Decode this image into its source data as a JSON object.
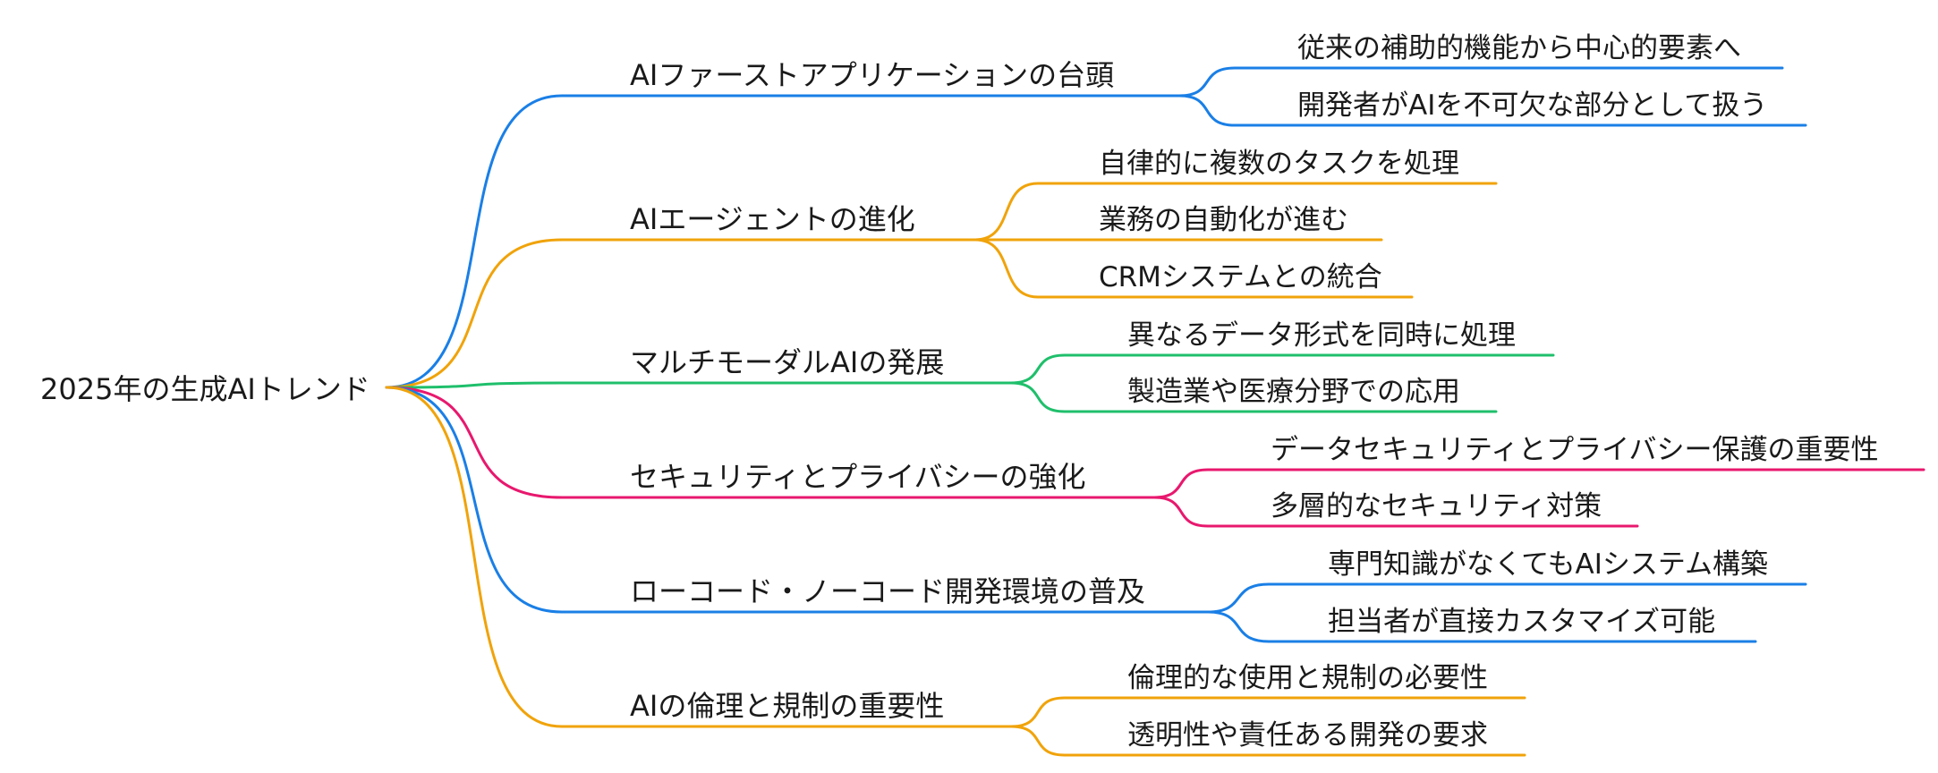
{
  "root": {
    "label": "2025年の生成AIトレンド"
  },
  "branches": [
    {
      "label": "AIファーストアプリケーションの台頭",
      "color": "#1a7fe6",
      "children": [
        {
          "label": "従来の補助的機能から中心的要素へ"
        },
        {
          "label": "開発者がAIを不可欠な部分として扱う"
        }
      ]
    },
    {
      "label": "AIエージェントの進化",
      "color": "#f0a30a",
      "children": [
        {
          "label": "自律的に複数のタスクを処理"
        },
        {
          "label": "業務の自動化が進む"
        },
        {
          "label": "CRMシステムとの統合"
        }
      ]
    },
    {
      "label": "マルチモーダルAIの発展",
      "color": "#1fbf6b",
      "children": [
        {
          "label": "異なるデータ形式を同時に処理"
        },
        {
          "label": "製造業や医療分野での応用"
        }
      ]
    },
    {
      "label": "セキュリティとプライバシーの強化",
      "color": "#e8186e",
      "children": [
        {
          "label": "データセキュリティとプライバシー保護の重要性"
        },
        {
          "label": "多層的なセキュリティ対策"
        }
      ]
    },
    {
      "label": "ローコード・ノーコード開発環境の普及",
      "color": "#1a7fe6",
      "children": [
        {
          "label": "専門知識がなくてもAIシステム構築"
        },
        {
          "label": "担当者が直接カスタマイズ可能"
        }
      ]
    },
    {
      "label": "AIの倫理と規制の重要性",
      "color": "#f0a30a",
      "children": [
        {
          "label": "倫理的な使用と規制の必要性"
        },
        {
          "label": "透明性や責任ある開発の要求"
        }
      ]
    }
  ]
}
